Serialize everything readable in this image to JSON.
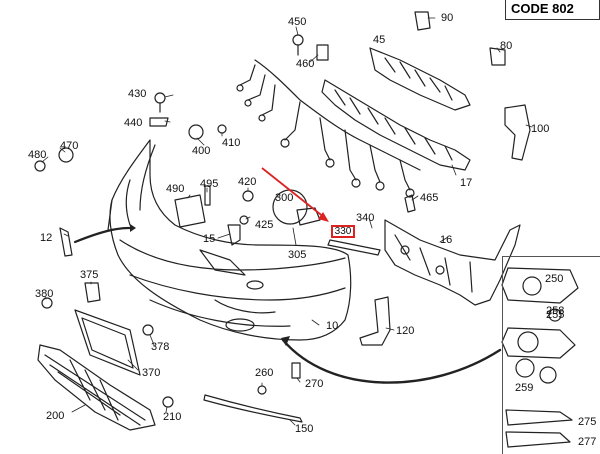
{
  "code_label": "CODE 802",
  "highlighted_part": "330",
  "part_numbers": [
    "450",
    "90",
    "460",
    "45",
    "80",
    "430",
    "440",
    "410",
    "400",
    "470",
    "480",
    "100",
    "17",
    "490",
    "495",
    "420",
    "425",
    "300",
    "305",
    "340",
    "465",
    "16",
    "12",
    "15",
    "375",
    "380",
    "250",
    "255",
    "10",
    "120",
    "258",
    "259",
    "378",
    "370",
    "200",
    "260",
    "270",
    "210",
    "275",
    "277",
    "150"
  ]
}
